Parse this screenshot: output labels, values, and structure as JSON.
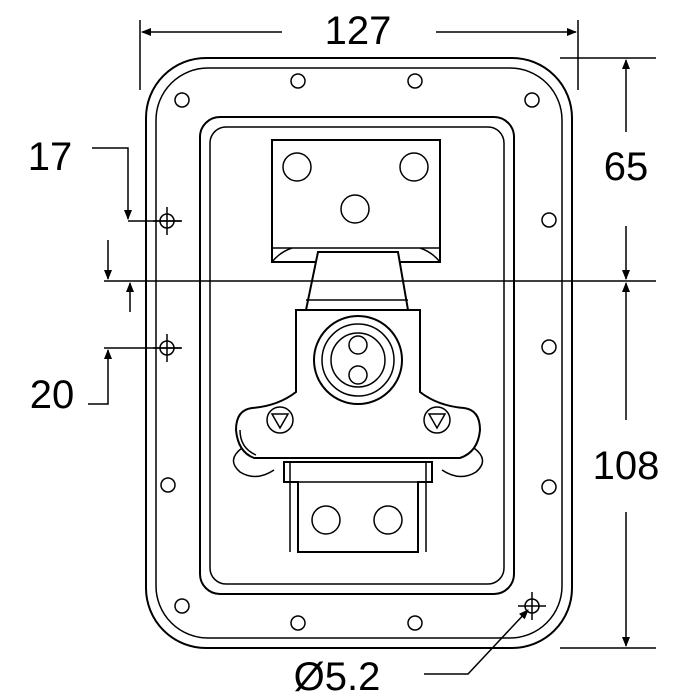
{
  "dimensions": {
    "width_label": "127",
    "upper_height_label": "65",
    "lower_height_label": "108",
    "upper_offset_label": "17",
    "lower_offset_label": "20",
    "hole_diameter_label": "Ø5.2"
  },
  "colors": {
    "line": "#000000",
    "background": "#ffffff"
  }
}
